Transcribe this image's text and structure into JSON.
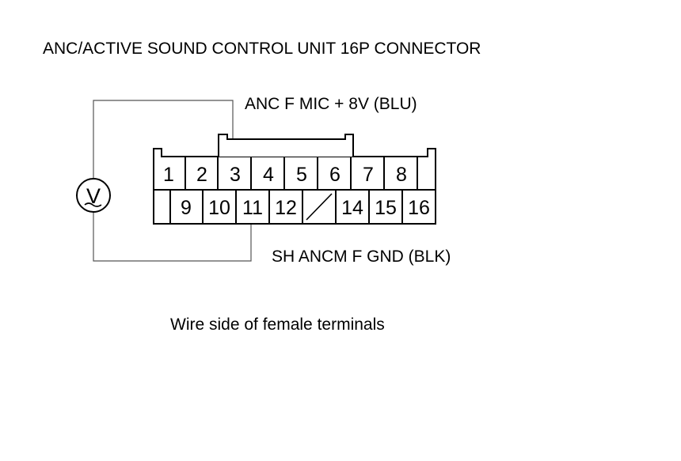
{
  "title": "ANC/ACTIVE SOUND CONTROL UNIT 16P CONNECTOR",
  "probe_labels": {
    "top": "ANC F MIC + 8V (BLU)",
    "bottom": "SH ANCM F GND (BLK)"
  },
  "caption": "Wire side of female terminals",
  "connector": {
    "pins_top_row": [
      "1",
      "2",
      "3",
      "4",
      "5",
      "6",
      "7",
      "8"
    ],
    "pins_bottom_row": [
      "9",
      "10",
      "11",
      "12",
      "14",
      "15",
      "16"
    ],
    "absent_pin": "13"
  },
  "meter": {
    "icon": "voltmeter-icon",
    "symbol": "V"
  }
}
